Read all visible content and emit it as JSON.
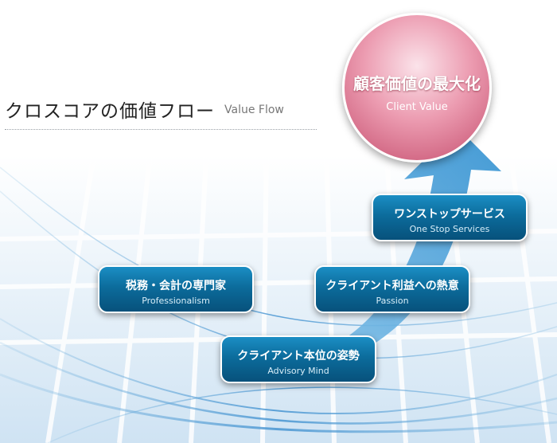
{
  "title": {
    "jp": "クロスコアの価値フロー",
    "en": "Value Flow"
  },
  "goal": {
    "jp": "顧客価値の最大化",
    "en": "Client Value"
  },
  "steps": [
    {
      "jp": "ワンストップサービス",
      "en": "One Stop Services"
    },
    {
      "jp": "税務・会計の専門家",
      "en": "Professionalism"
    },
    {
      "jp": "クライアント利益への熱意",
      "en": "Passion"
    },
    {
      "jp": "クライアント本位の姿勢",
      "en": "Advisory Mind"
    }
  ],
  "colors": {
    "pill_blue": "#0c6c9c",
    "circle_pink": "#d36a86",
    "arrow_blue": "#4a9fd6"
  }
}
